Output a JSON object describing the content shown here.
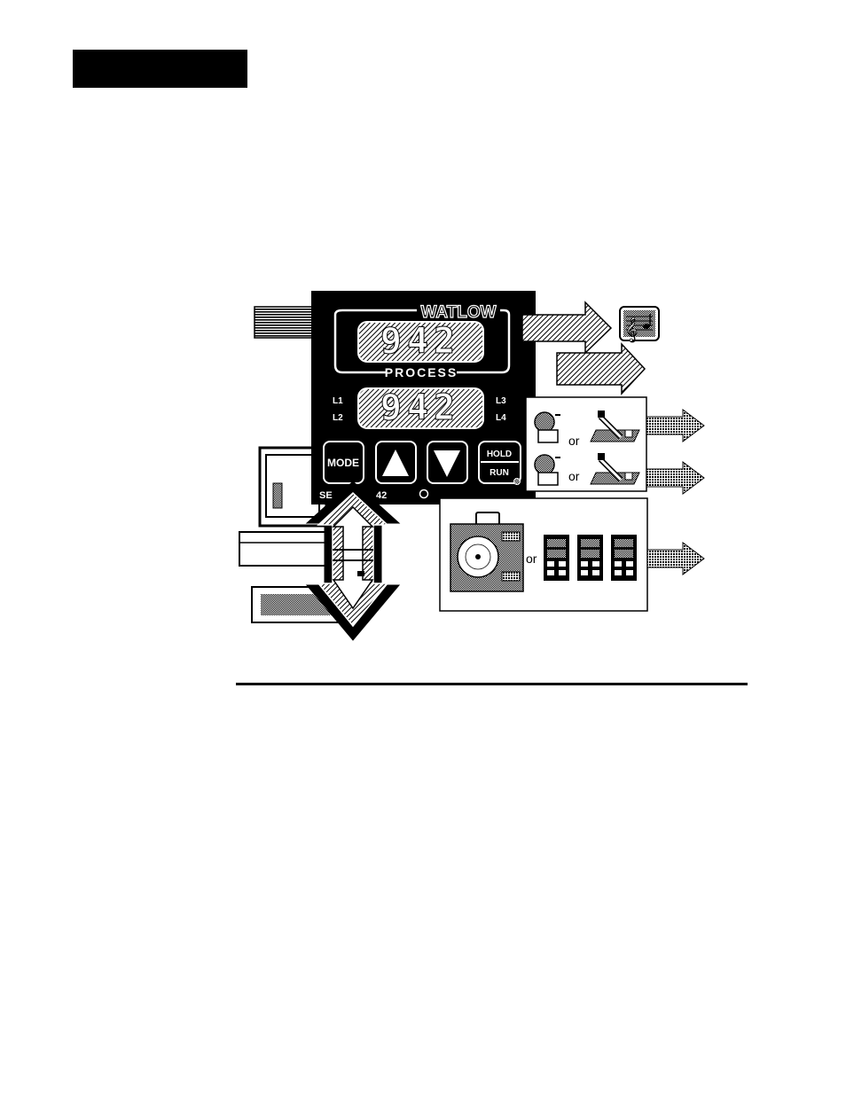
{
  "figure": {
    "controller": {
      "brand": "WATLOW",
      "process_label": "PROCESS",
      "upper_display": "942",
      "lower_display": "942",
      "indicators": {
        "l1": "L1",
        "l2": "L2",
        "l3": "L3",
        "l4": "L4"
      },
      "keys": {
        "mode": "MODE",
        "up": "▲",
        "down": "▼",
        "hold": "HOLD",
        "run": "RUN"
      },
      "series": "SE",
      "model_suffix": "42"
    },
    "output_panels": {
      "or_1": "or",
      "or_2": "or",
      "or_3": "or"
    }
  },
  "colors": {
    "ink": "#000000",
    "paper": "#ffffff"
  },
  "icons": [
    "music-alarm-icon",
    "solenoid-valve-icon",
    "contactor-switch-icon",
    "chart-recorder-icon",
    "display-module-icon",
    "computer-icon"
  ]
}
